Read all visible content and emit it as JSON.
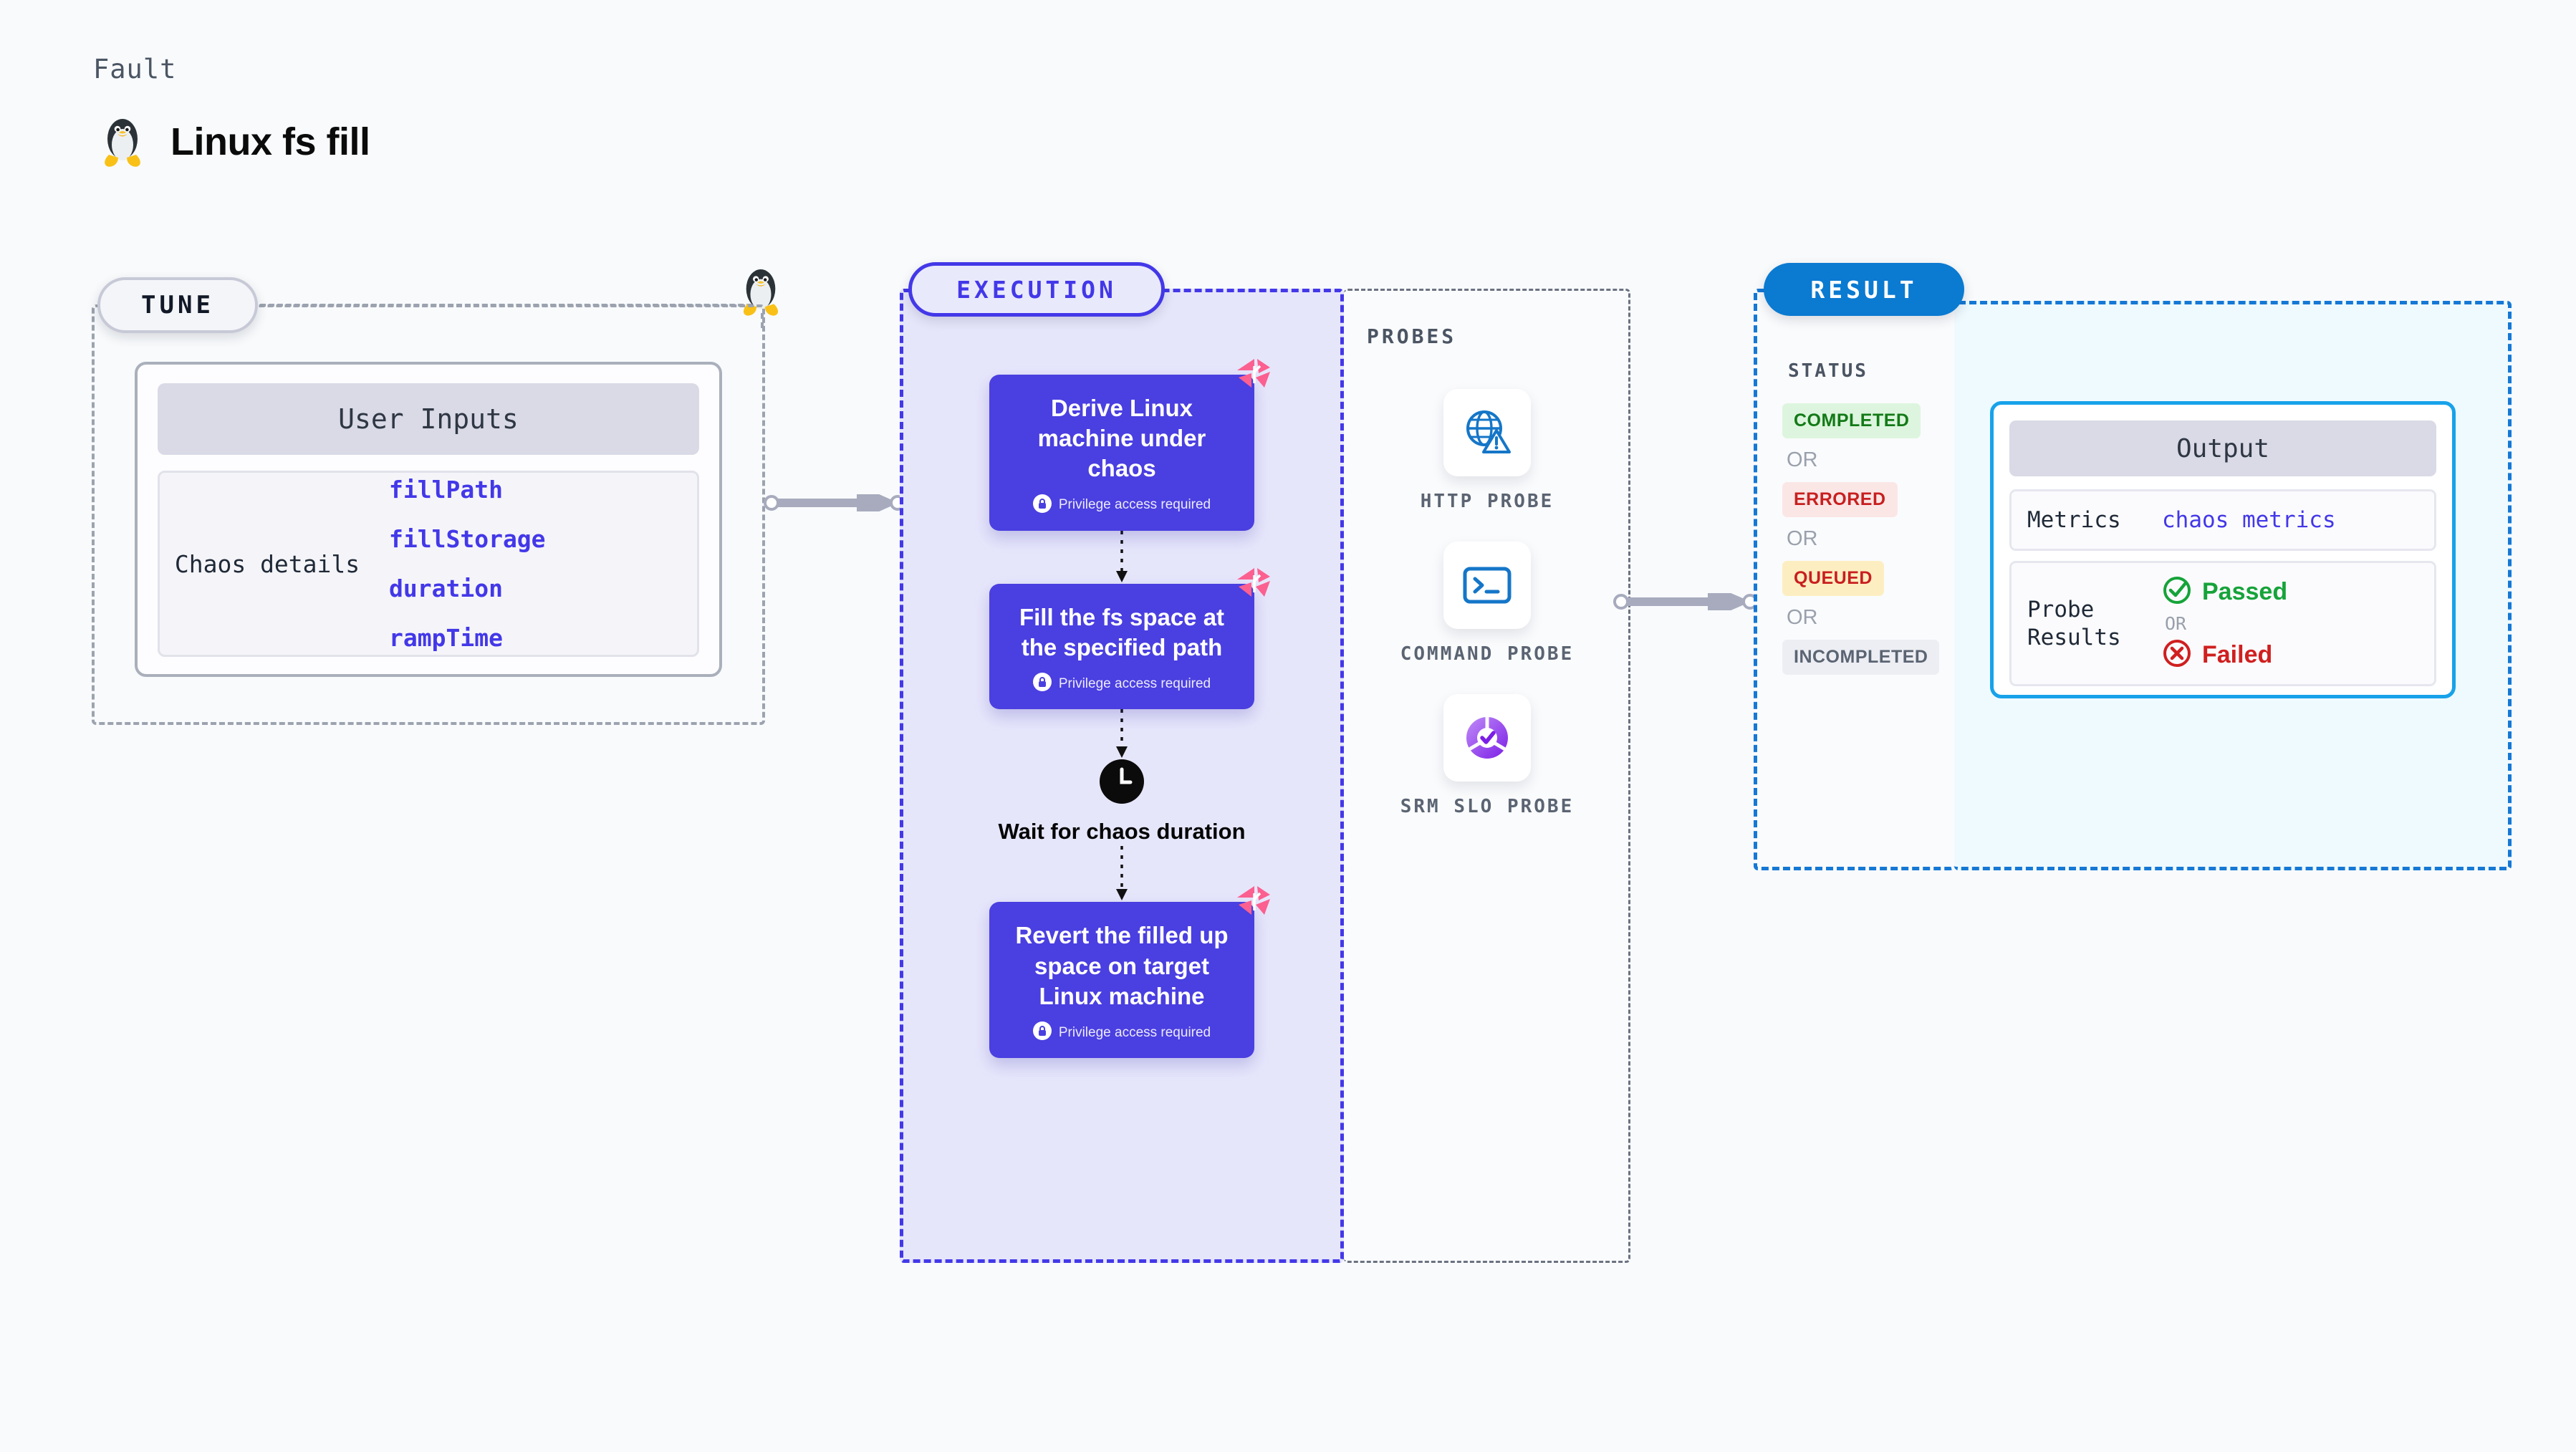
{
  "header": {
    "kicker": "Fault",
    "title": "Linux fs fill",
    "icon": "linux-penguin-icon"
  },
  "tune": {
    "chip_label": "TUNE",
    "panel_title": "User Inputs",
    "row_label": "Chaos details",
    "params": [
      "fillPath",
      "fillStorage",
      "duration",
      "rampTime"
    ],
    "edge_icon": "linux-penguin-icon"
  },
  "execution": {
    "chip_label": "EXECUTION",
    "privilege_note": "Privilege access required",
    "steps": [
      {
        "type": "task",
        "title": "Derive Linux machine under chaos",
        "privileged": true,
        "flag": "chaos-fault-icon"
      },
      {
        "type": "task",
        "title": "Fill the fs space at the specified path",
        "privileged": true,
        "flag": "chaos-fault-icon"
      },
      {
        "type": "wait",
        "title": "Wait for chaos duration",
        "icon": "clock-icon"
      },
      {
        "type": "task",
        "title": "Revert the filled up space on target Linux machine",
        "privileged": true,
        "flag": "chaos-fault-icon"
      }
    ]
  },
  "probes": {
    "title": "PROBES",
    "items": [
      {
        "label": "HTTP PROBE",
        "icon": "globe-warning-icon"
      },
      {
        "label": "COMMAND PROBE",
        "icon": "terminal-icon"
      },
      {
        "label": "SRM SLO PROBE",
        "icon": "slo-check-icon"
      }
    ]
  },
  "result": {
    "chip_label": "RESULT",
    "status_title": "STATUS",
    "or_label": "OR",
    "statuses": [
      {
        "label": "COMPLETED",
        "style": "b-completed"
      },
      {
        "label": "ERRORED",
        "style": "b-errored"
      },
      {
        "label": "QUEUED",
        "style": "b-queued"
      },
      {
        "label": "INCOMPLETED",
        "style": "b-incompleted"
      }
    ]
  },
  "output": {
    "panel_title": "Output",
    "metrics_key": "Metrics",
    "metrics_value": "chaos metrics",
    "probe_results_key": "Probe Results",
    "passed_label": "Passed",
    "failed_label": "Failed",
    "or_label": "OR"
  },
  "colors": {
    "page_bg": "#f8fafc",
    "execution_accent": "#4338e8",
    "execution_fill": "#e6e6fb",
    "result_accent": "#1578d5",
    "output_fill": "#effaff",
    "task_card": "#4a3fe0",
    "chaos_pink": "#fb6090",
    "link_blue": "#4338e8"
  }
}
